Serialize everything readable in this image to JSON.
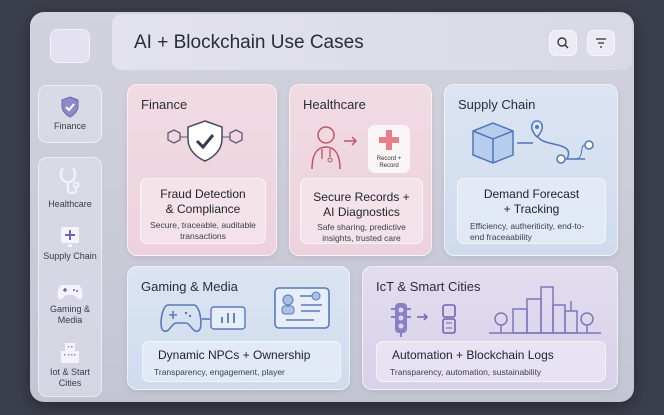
{
  "header": {
    "title": "AI + Blockchain Use Cases",
    "search_icon": "search-icon",
    "filter_icon": "filter-icon"
  },
  "sidebar": {
    "items": [
      {
        "label": "Finance",
        "icon": "shield-check-icon"
      },
      {
        "label": "Healthcare",
        "icon": "stethoscope-icon"
      },
      {
        "label": "Supply Chain",
        "icon": "medical-box-icon"
      },
      {
        "label": "Gaming & Media",
        "icon": "gamepad-icon"
      },
      {
        "label": "Iot & Start Cities",
        "icon": "building-icon"
      }
    ]
  },
  "cards": {
    "finance": {
      "title": "Finance",
      "heading": "Fraud Detection & Compliance",
      "desc": "Secure, traceable, auditable transactions"
    },
    "healthcare": {
      "title": "Healthcare",
      "badge": "Record + Record",
      "heading": "Secure Records + AI Diagnostics",
      "desc": "Safe sharing, predictive insights, trusted care"
    },
    "supply": {
      "title": "Supply Chain",
      "heading": "Demand Forecast + Tracking",
      "desc": "Efficiency, autheriticity, end-to-end fraceaability"
    },
    "gaming": {
      "title": "Gaming & Media",
      "heading": "Dynamic NPCs + Ownership",
      "desc": "Transparency, engagement, player"
    },
    "iot": {
      "title": "IcT & Smart Cities",
      "heading": "Automation + Blockchain Logs",
      "desc": "Transparency, automation, sustainability"
    }
  },
  "colors": {
    "background": "#3b3e4b",
    "accent": "#6e66b0",
    "pink": "#ecd2dc",
    "blue": "#d5e0f0",
    "lavender": "#ddd6ec"
  }
}
